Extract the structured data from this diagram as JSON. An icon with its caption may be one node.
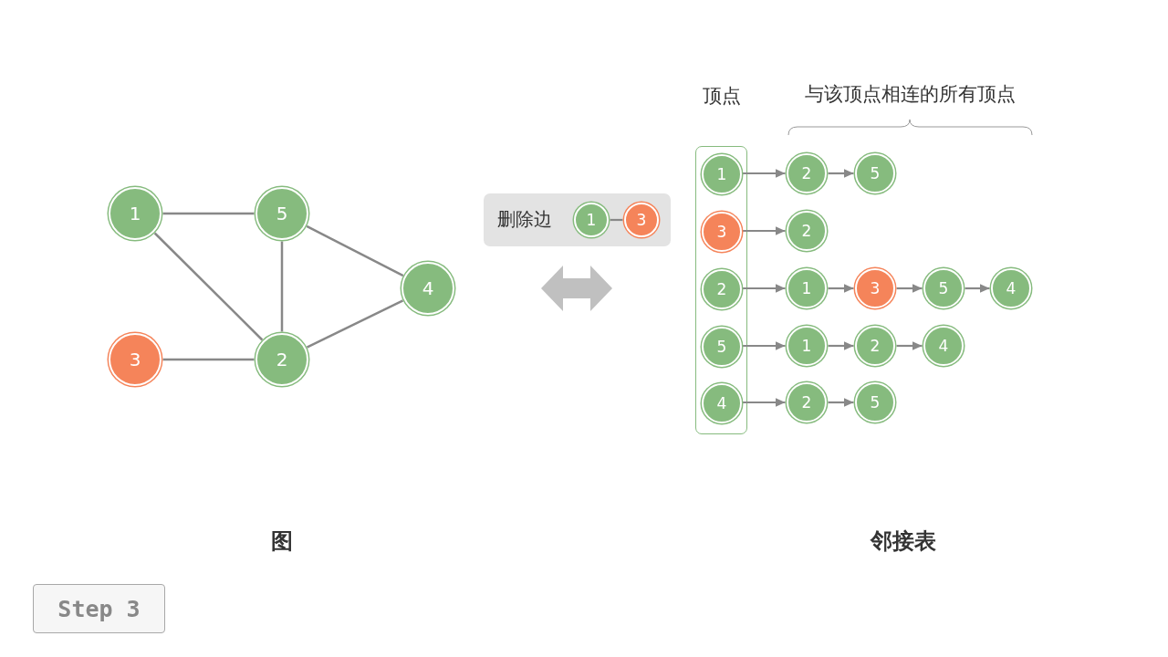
{
  "diagram": {
    "nodes": [
      {
        "text": [
          "1"
        ]
      },
      {
        "text": [
          "5"
        ]
      },
      {
        "text": [
          "4"
        ]
      },
      {
        "text": [
          "3"
        ]
      },
      {
        "text": [
          "2"
        ]
      },
      {
        "text": [
          "删除边"
        ]
      },
      {
        "text": [
          "1"
        ],
        "in": 5
      },
      {
        "text": [
          "3"
        ],
        "in": 5
      },
      {
        "text": [
          "顶点"
        ]
      },
      {
        "text": [
          "1"
        ],
        "in": 8
      },
      {
        "text": [
          "3"
        ],
        "in": 8
      },
      {
        "text": [
          "2"
        ],
        "in": 8
      },
      {
        "text": [
          "5"
        ],
        "in": 8
      },
      {
        "text": [
          "4"
        ],
        "in": 8
      },
      {
        "text": [
          "2"
        ]
      },
      {
        "text": [
          "5"
        ]
      },
      {
        "text": [
          "2"
        ]
      },
      {
        "text": [
          "1"
        ]
      },
      {
        "text": [
          "3"
        ]
      },
      {
        "text": [
          "5"
        ]
      },
      {
        "text": [
          "4"
        ]
      },
      {
        "text": [
          "1"
        ]
      },
      {
        "text": [
          "2"
        ]
      },
      {
        "text": [
          "4"
        ]
      },
      {
        "text": [
          "2"
        ]
      },
      {
        "text": [
          "5"
        ]
      }
    ],
    "edges": [
      {
        "from": 0,
        "to": 1,
        "arrow": "none"
      },
      {
        "from": 0,
        "to": 4,
        "arrow": "none"
      },
      {
        "from": 1,
        "to": 4,
        "arrow": "none"
      },
      {
        "from": 1,
        "to": 2,
        "arrow": "none"
      },
      {
        "from": 3,
        "to": 4,
        "arrow": "none"
      },
      {
        "from": 4,
        "to": 2,
        "arrow": "none"
      },
      {
        "from": 6,
        "to": 7,
        "arrow": "none"
      },
      {
        "from": 9,
        "to": 14,
        "arrow": "to"
      },
      {
        "from": 14,
        "to": 15,
        "arrow": "to"
      },
      {
        "from": 10,
        "to": 16,
        "arrow": "to"
      },
      {
        "from": 11,
        "to": 17,
        "arrow": "to"
      },
      {
        "from": 17,
        "to": 18,
        "arrow": "to"
      },
      {
        "from": 18,
        "to": 19,
        "arrow": "to"
      },
      {
        "from": 19,
        "to": 20,
        "arrow": "to"
      },
      {
        "from": 12,
        "to": 21,
        "arrow": "to"
      },
      {
        "from": 21,
        "to": 22,
        "arrow": "to"
      },
      {
        "from": 22,
        "to": 23,
        "arrow": "to"
      },
      {
        "from": 13,
        "to": 24,
        "arrow": "to"
      },
      {
        "from": 24,
        "to": 25,
        "arrow": "to"
      }
    ],
    "labels": [
      "与该顶点相连的所有顶点",
      "图",
      "邻接表",
      "Step 3"
    ]
  }
}
